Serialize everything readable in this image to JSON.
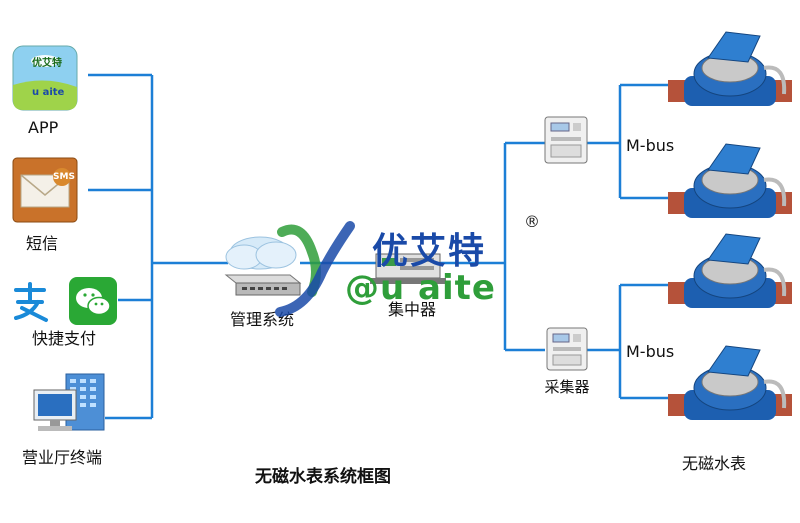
{
  "labels": {
    "app": "APP",
    "sms": "短信",
    "quick_pay": "快捷支付",
    "hall": "营业厅终端",
    "mgmt": "管理系统",
    "concentrator": "集中器",
    "collector": "采集器",
    "mbus_top": "M-bus",
    "mbus_bottom": "M-bus",
    "meters": "无磁水表"
  },
  "caption": "无磁水表系统框图",
  "brand": {
    "cn": "优艾特",
    "en": "@u aite",
    "reg": "®",
    "app_icon_cn": "优艾特",
    "app_icon_en": "u aite",
    "sms_badge": "SMS"
  },
  "colors": {
    "connector": "#1c7fd6",
    "brand_blue": "#1a4aa8",
    "brand_green": "#2f9e3a",
    "meter_blue": "#1d5fb0"
  },
  "icons": {
    "app": "app-logo-icon",
    "sms": "sms-envelope-icon",
    "alipay": "alipay-icon",
    "wechat": "wechat-icon",
    "hall": "computer-terminal-icon",
    "mgmt": "cloud-server-icon",
    "concentrator": "concentrator-device-icon",
    "collector": "collector-device-icon",
    "meter": "water-meter-icon"
  }
}
